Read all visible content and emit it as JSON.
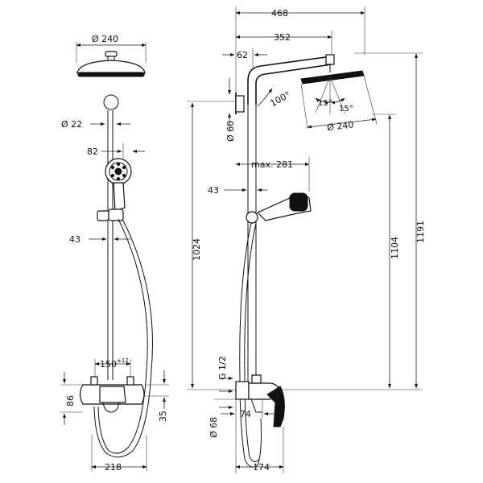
{
  "front_view": {
    "head_diameter": "Ø 240",
    "arm_diameter": "Ø 22",
    "handshower_offset": "82",
    "bar_offset": "43",
    "inlet_centres": "150",
    "inlet_tolerance": "±12",
    "mixer_height": "86",
    "mixer_offset": "35",
    "total_width": "218"
  },
  "side_view": {
    "total_projection": "468",
    "arm_projection": "352",
    "arm_offset": "62",
    "arm_angle": "100°",
    "head_tilt_left": "15°",
    "head_tilt_right": "15°",
    "head_diameter": "Ø 240",
    "bar_diameter": "Ø 60",
    "handshower_reach": "max. 281",
    "bar_distance": "43",
    "height_bar": "1024",
    "height_head": "1104",
    "height_total": "1191",
    "connection": "G 1/2",
    "mixer_diameter": "Ø 68",
    "mixer_depth": "74",
    "base_projection": "174"
  }
}
